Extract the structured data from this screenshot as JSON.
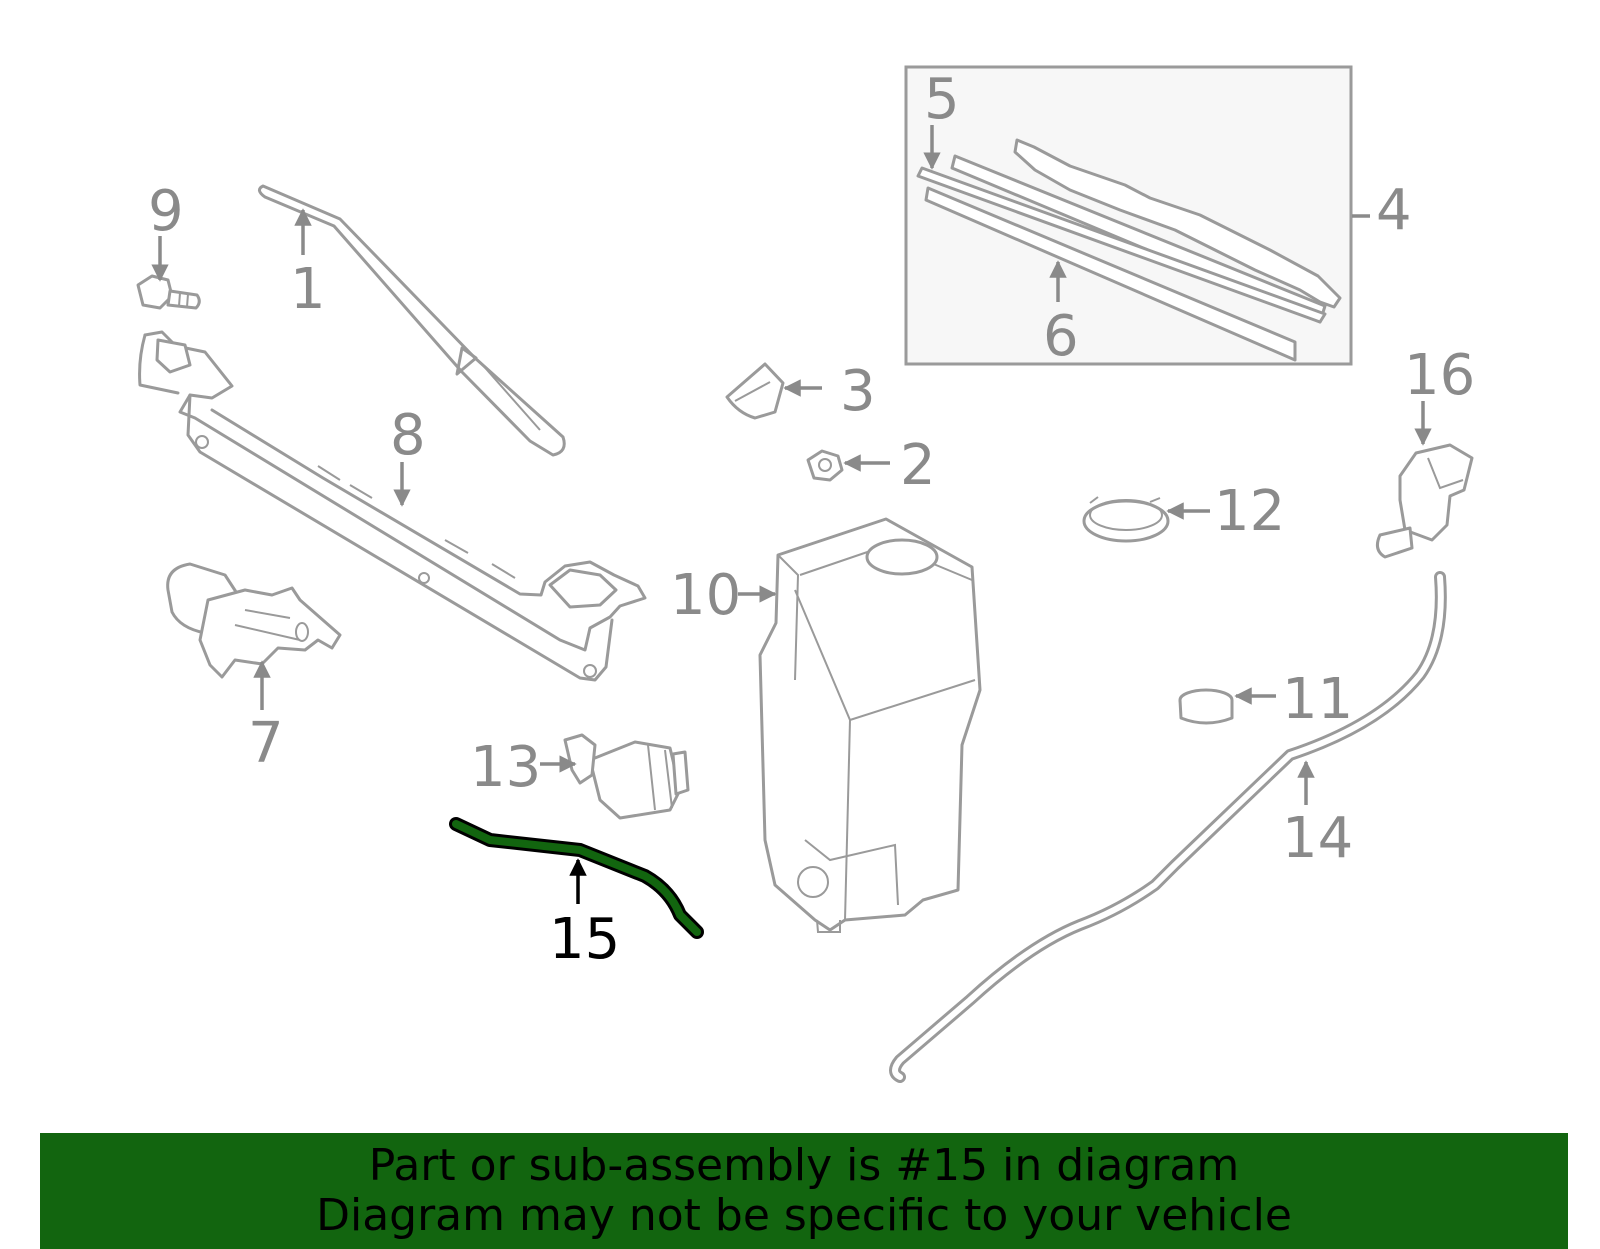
{
  "highlight_color": "#12650f",
  "callouts": {
    "c1": "1",
    "c2": "2",
    "c3": "3",
    "c4": "4",
    "c5": "5",
    "c6": "6",
    "c7": "7",
    "c8": "8",
    "c9": "9",
    "c10": "10",
    "c11": "11",
    "c12": "12",
    "c13": "13",
    "c14": "14",
    "c15": "15",
    "c16": "16"
  },
  "highlighted_part": "15",
  "banner": {
    "line1": "Part or sub-assembly is #15 in diagram",
    "line2": "Diagram may not be specific to your vehicle"
  }
}
